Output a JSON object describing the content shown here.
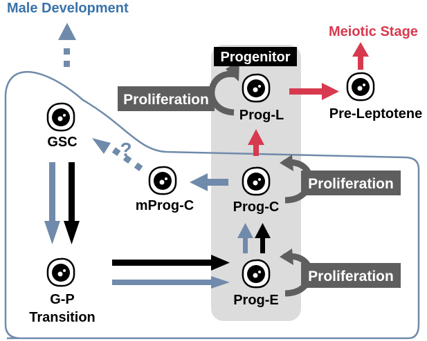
{
  "colors": {
    "blue": "#6f8aaa",
    "blue_text": "#3a73aa",
    "red": "#d7394f",
    "black": "#000000",
    "gray_box": "#5e5e5e",
    "gray_panel": "#dcdcdc",
    "outline": "#6f8aaa"
  },
  "labels": {
    "male_development": "Male Development",
    "meiotic_stage": "Meiotic Stage",
    "progenitor": "Progenitor",
    "question": "?"
  },
  "cells": {
    "gsc": "GSC",
    "gp_line1": "G-P",
    "gp_line2": "Transition",
    "mprog_c": "mProg-C",
    "prog_l": "Prog-L",
    "prog_c": "Prog-C",
    "prog_e": "Prog-E",
    "pre_leptotene": "Pre-Leptotene"
  },
  "proliferation": {
    "top": "Proliferation",
    "middle": "Proliferation",
    "bottom": "Proliferation"
  }
}
